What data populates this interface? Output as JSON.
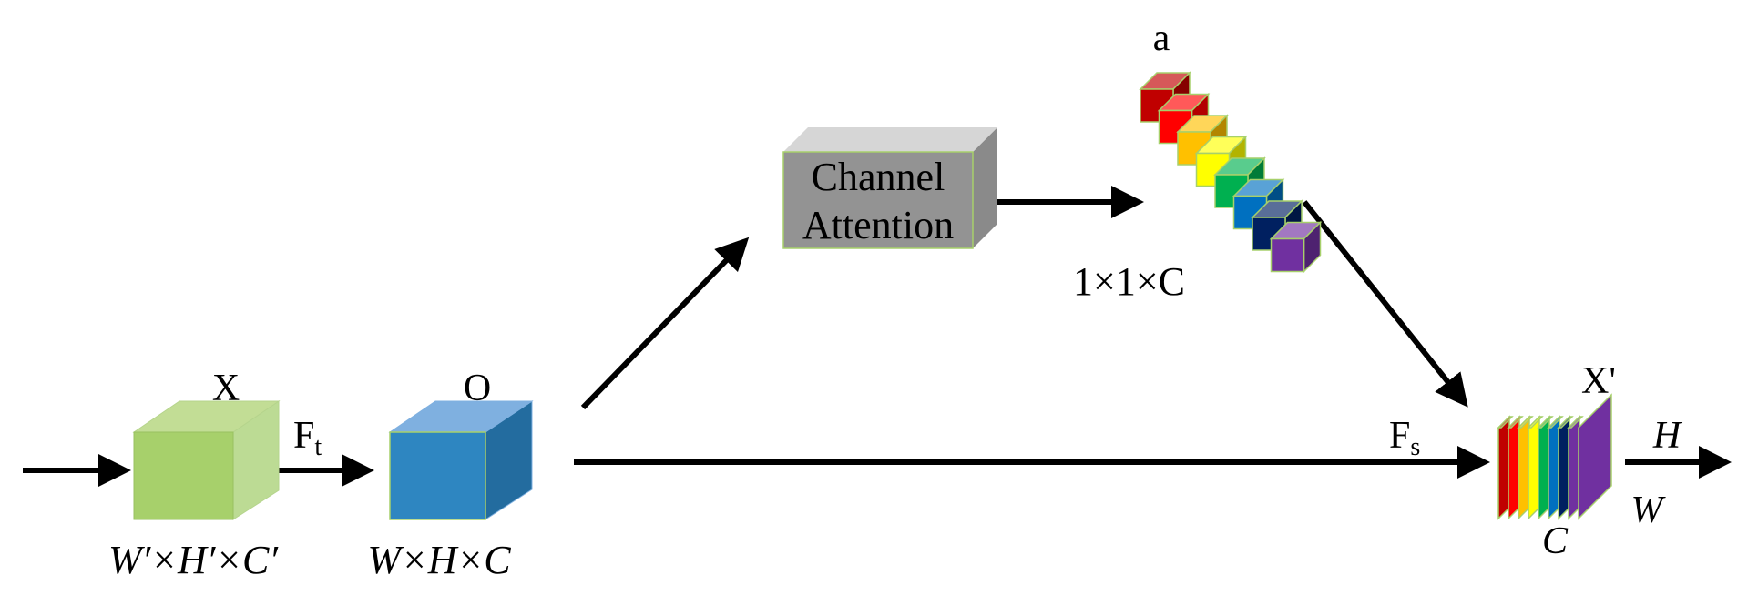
{
  "colors": {
    "arrow": "#000000",
    "input_front": "#a7d06b",
    "input_top": "#c2dd95",
    "input_side": "#bcdb94",
    "output_front": "#2e86c1",
    "output_top": "#7fb0e0",
    "output_side": "#236c9f",
    "attention_front": "#939393",
    "attention_top": "#d6d6d6",
    "attention_side": "#8a8a8a",
    "channel_palette": [
      "#c00000",
      "#ff0000",
      "#ffc000",
      "#ffff00",
      "#00b050",
      "#0070c0",
      "#002060",
      "#7030a0"
    ]
  },
  "labels": {
    "input_name": "X",
    "input_dims": "W′×H′×C′",
    "transform": "F",
    "transform_sub": "t",
    "output_name": "O",
    "output_dims": "W×H×C",
    "attention_line1": "Channel",
    "attention_line2": "Attention",
    "weights_name": "a",
    "weights_dims": "1×1×C",
    "scale": "F",
    "scale_sub": "s",
    "result_name": "X'",
    "result_h": "H",
    "result_w": "W",
    "result_c": "C"
  }
}
